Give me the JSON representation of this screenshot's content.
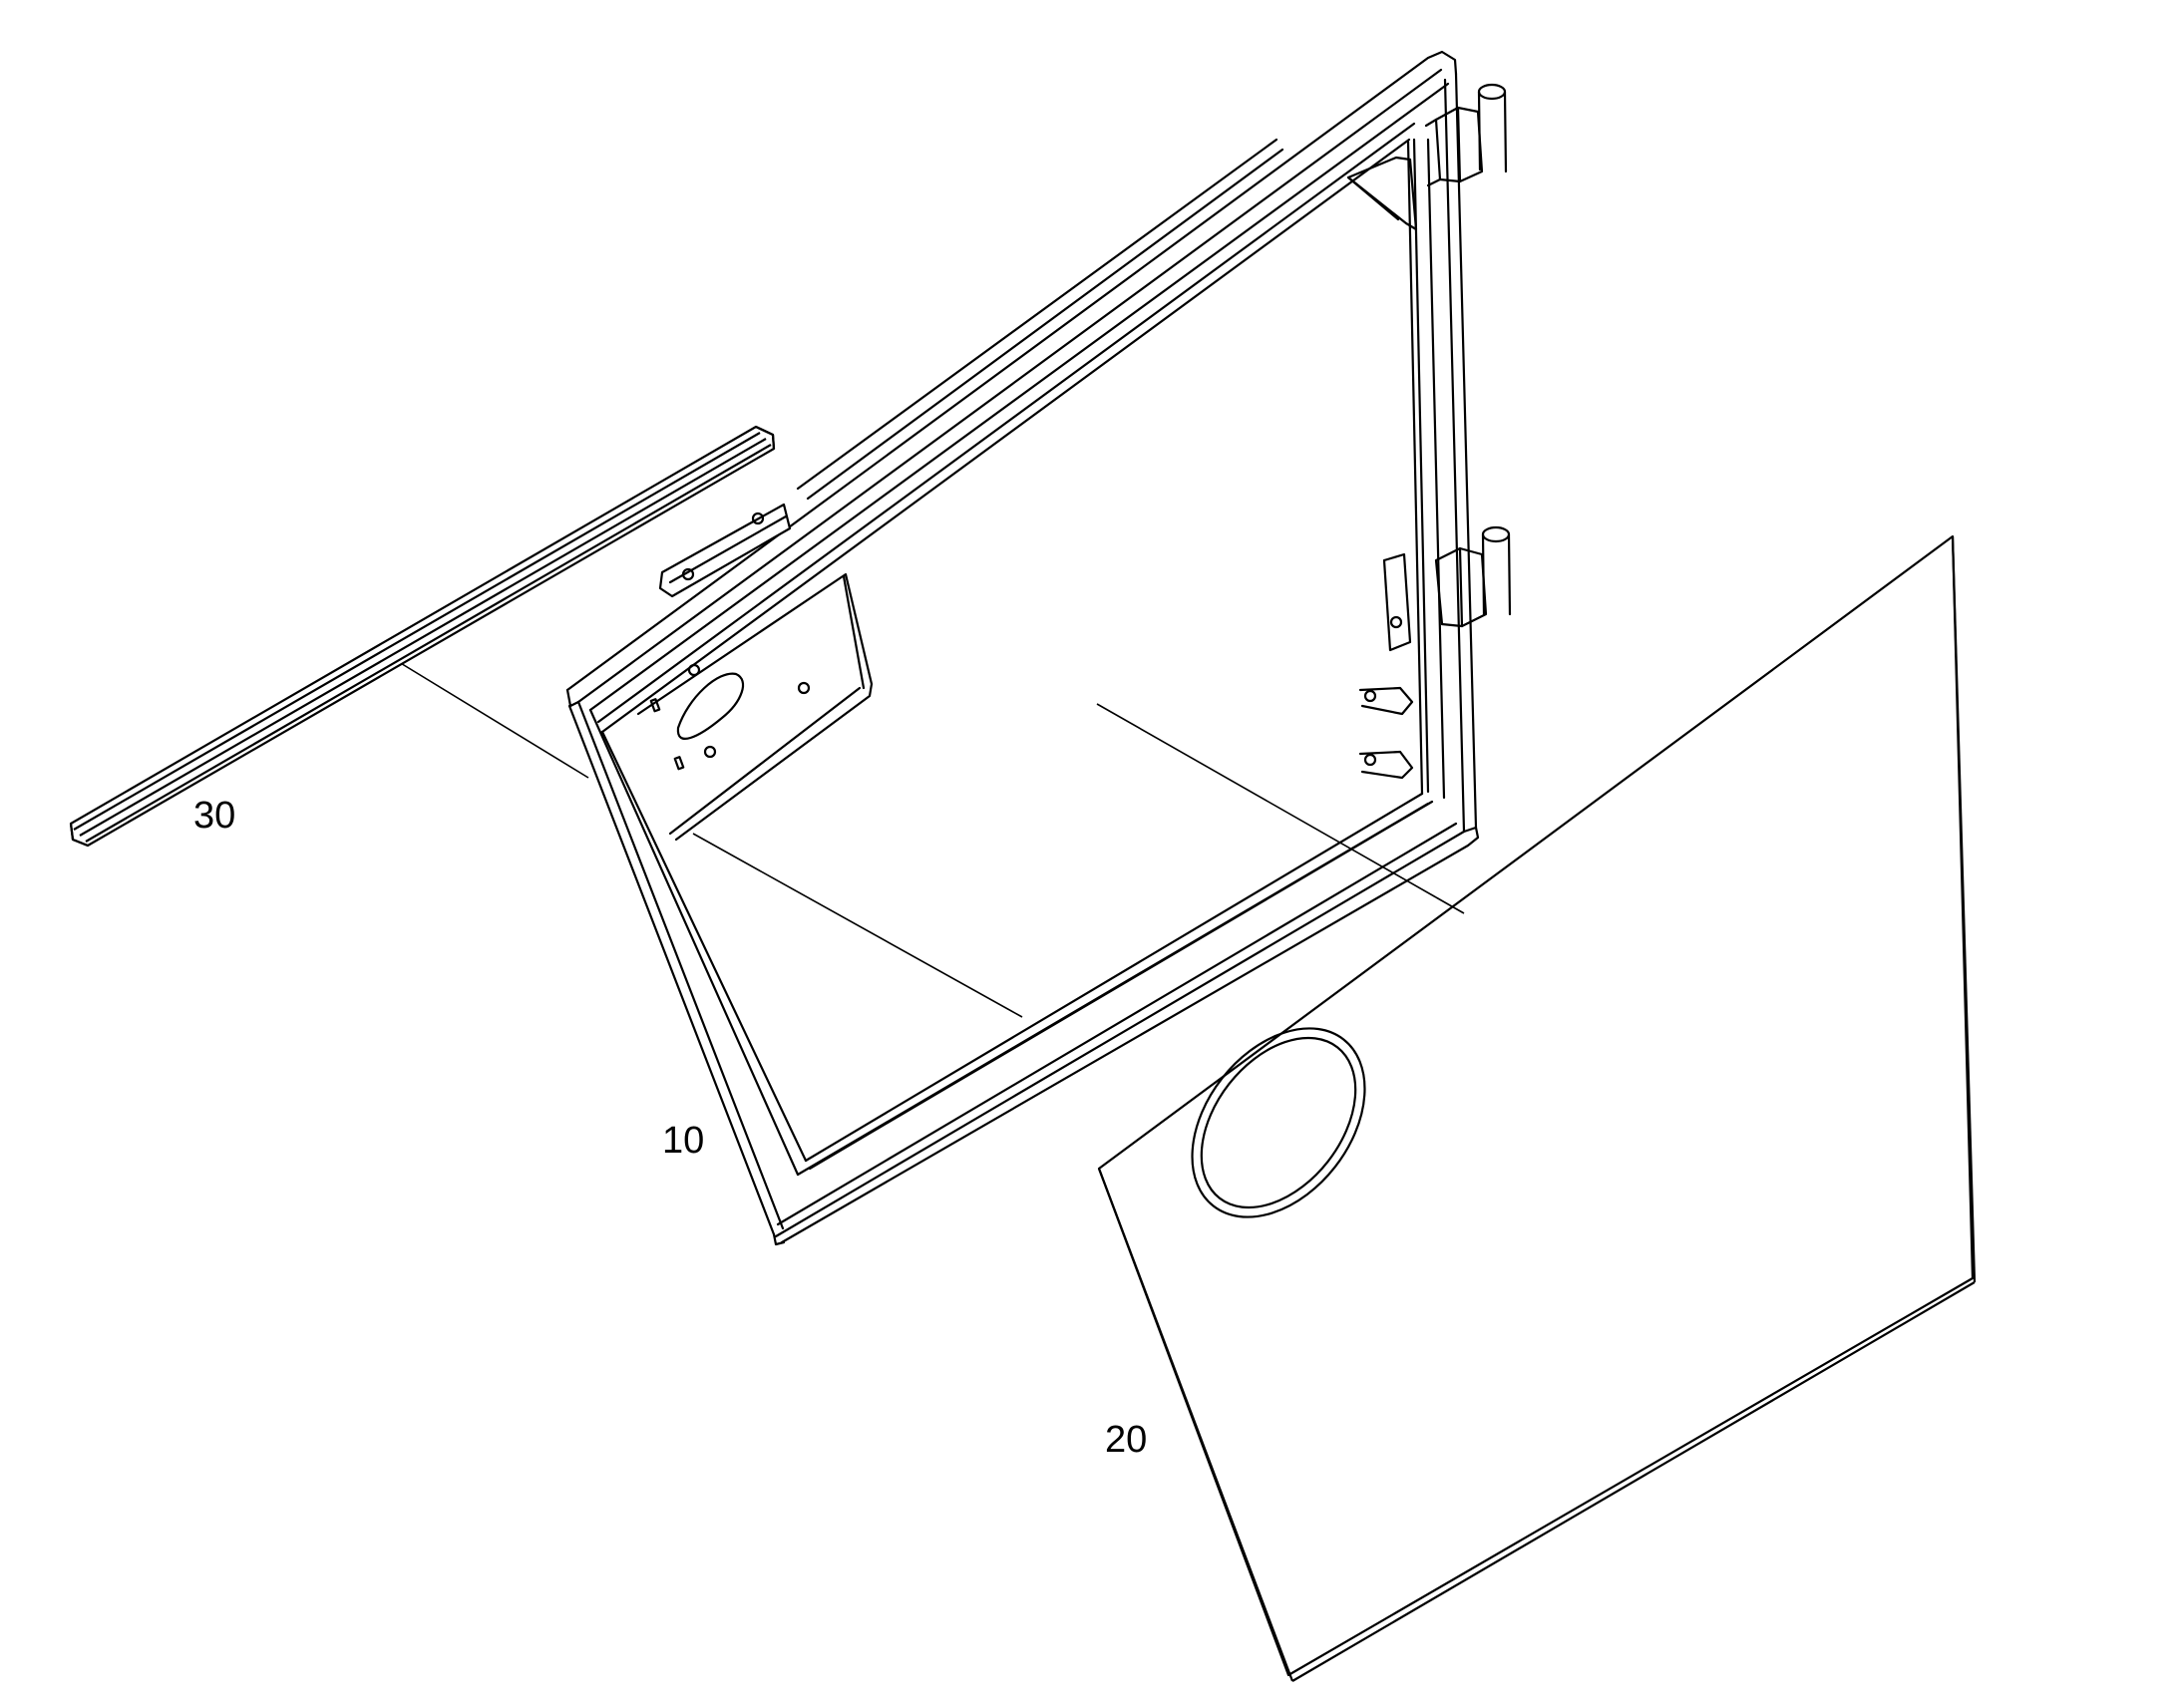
{
  "diagram": {
    "callouts": [
      {
        "id": "frame",
        "label": "10"
      },
      {
        "id": "panel",
        "label": "20"
      },
      {
        "id": "strip",
        "label": "30"
      }
    ]
  },
  "colors": {
    "line": "#000000",
    "background": "#ffffff"
  }
}
